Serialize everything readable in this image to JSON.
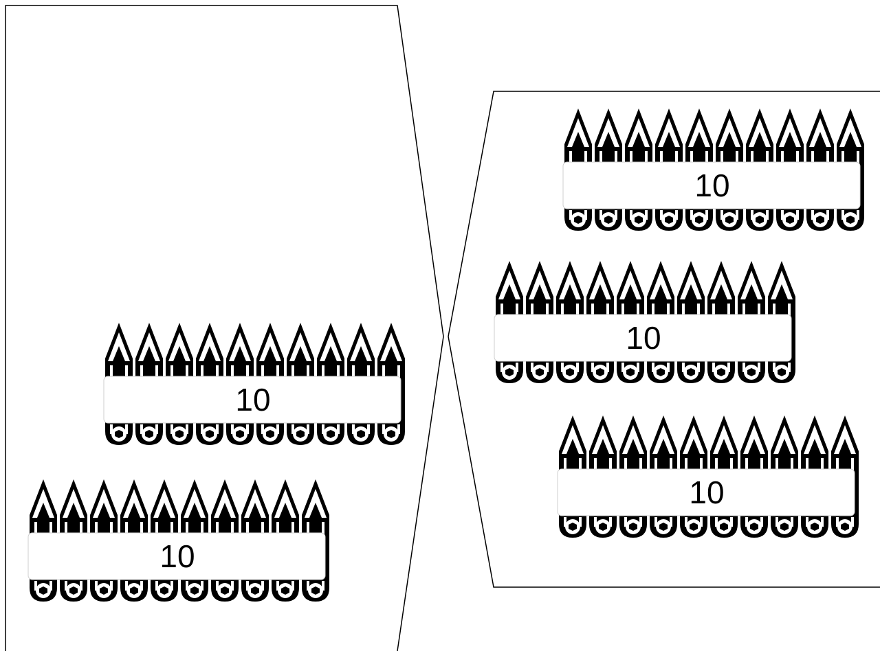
{
  "colors": {
    "background": "#ffffff",
    "pencil": "#000000",
    "band": "#ffffff",
    "outline": "#000000"
  },
  "left_panel": {
    "bundles": [
      {
        "label": "10",
        "pencil_count": 10
      },
      {
        "label": "10",
        "pencil_count": 10
      }
    ]
  },
  "right_panel": {
    "bundles": [
      {
        "label": "10",
        "pencil_count": 10
      },
      {
        "label": "10",
        "pencil_count": 10
      },
      {
        "label": "10",
        "pencil_count": 10
      }
    ]
  }
}
